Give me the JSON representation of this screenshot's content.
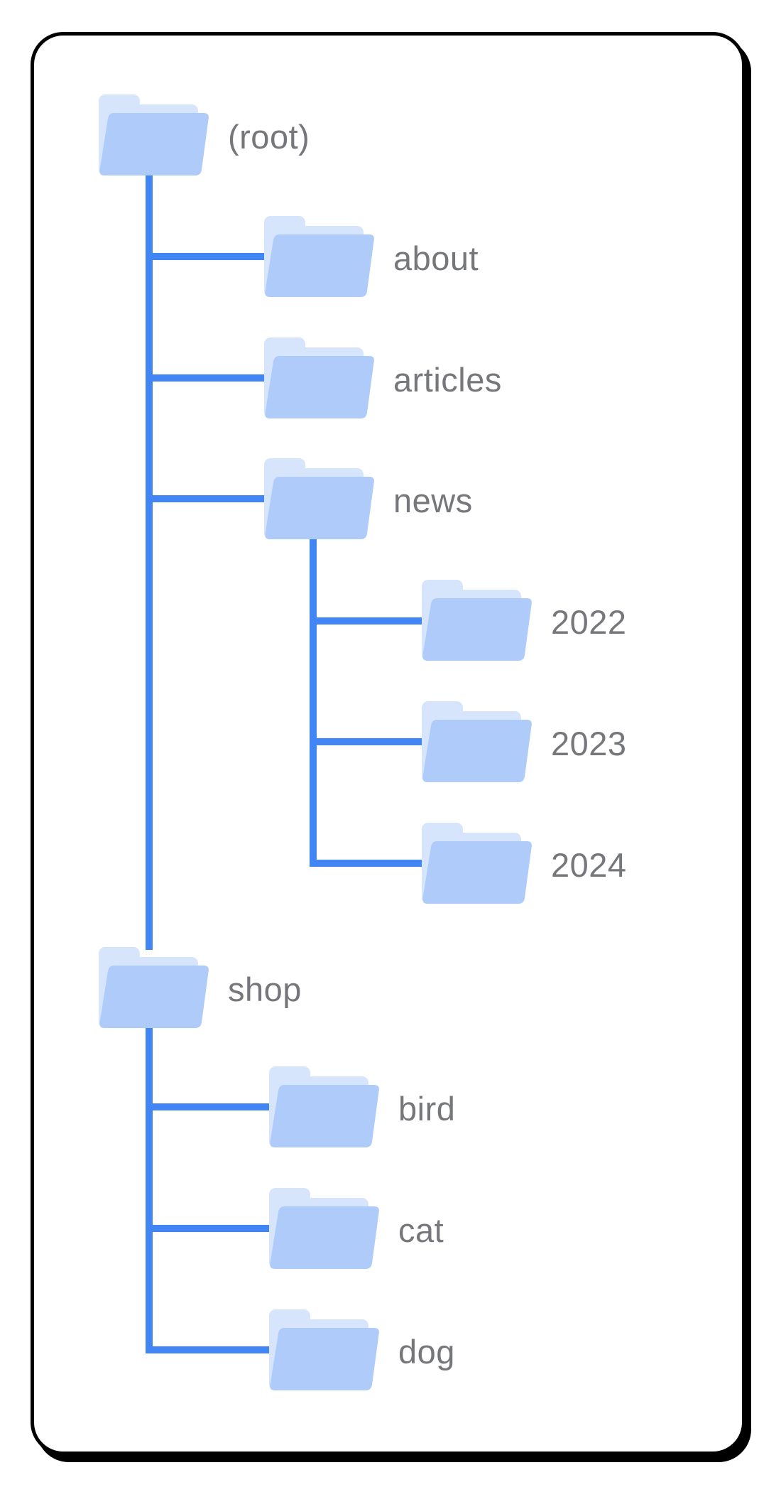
{
  "diagram": {
    "type": "folder-tree",
    "description": "Website folder structure tree",
    "nodes": [
      {
        "id": "root",
        "label": "(root)",
        "parent": null,
        "depth": 0
      },
      {
        "id": "about",
        "label": "about",
        "parent": "root",
        "depth": 1
      },
      {
        "id": "articles",
        "label": "articles",
        "parent": "root",
        "depth": 1
      },
      {
        "id": "news",
        "label": "news",
        "parent": "root",
        "depth": 1
      },
      {
        "id": "y2022",
        "label": "2022",
        "parent": "news",
        "depth": 2
      },
      {
        "id": "y2023",
        "label": "2023",
        "parent": "news",
        "depth": 2
      },
      {
        "id": "y2024",
        "label": "2024",
        "parent": "news",
        "depth": 2
      },
      {
        "id": "shop",
        "label": "shop",
        "parent": "root",
        "depth": 0
      },
      {
        "id": "bird",
        "label": "bird",
        "parent": "shop",
        "depth": 1
      },
      {
        "id": "cat",
        "label": "cat",
        "parent": "shop",
        "depth": 1
      },
      {
        "id": "dog",
        "label": "dog",
        "parent": "shop",
        "depth": 1
      }
    ],
    "icon": "folder-icon"
  },
  "theme": {
    "line_blue": "#4285F4",
    "folder_front": "#AECBFA",
    "folder_back": "#D6E4FC",
    "label_gray": "#76777B",
    "border_black": "#000000",
    "background": "#FFFFFF"
  }
}
